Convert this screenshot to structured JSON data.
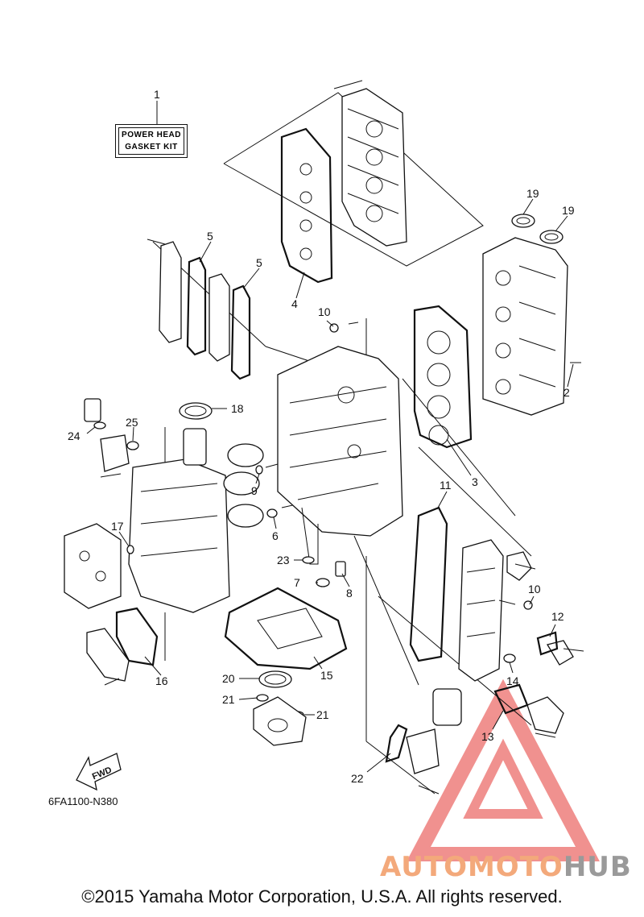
{
  "kit_label": {
    "line1": "POWER HEAD",
    "line2": "GASKET KIT"
  },
  "callouts": [
    {
      "id": "c1",
      "text": "1"
    },
    {
      "id": "c2",
      "text": "2"
    },
    {
      "id": "c3",
      "text": "3"
    },
    {
      "id": "c4",
      "text": "4"
    },
    {
      "id": "c5a",
      "text": "5"
    },
    {
      "id": "c5b",
      "text": "5"
    },
    {
      "id": "c6",
      "text": "6"
    },
    {
      "id": "c7",
      "text": "7"
    },
    {
      "id": "c8",
      "text": "8"
    },
    {
      "id": "c9",
      "text": "9"
    },
    {
      "id": "c10a",
      "text": "10"
    },
    {
      "id": "c10b",
      "text": "10"
    },
    {
      "id": "c11",
      "text": "11"
    },
    {
      "id": "c12",
      "text": "12"
    },
    {
      "id": "c13",
      "text": "13"
    },
    {
      "id": "c14",
      "text": "14"
    },
    {
      "id": "c15",
      "text": "15"
    },
    {
      "id": "c16",
      "text": "16"
    },
    {
      "id": "c17",
      "text": "17"
    },
    {
      "id": "c18",
      "text": "18"
    },
    {
      "id": "c19a",
      "text": "19"
    },
    {
      "id": "c19b",
      "text": "19"
    },
    {
      "id": "c20",
      "text": "20"
    },
    {
      "id": "c21a",
      "text": "21"
    },
    {
      "id": "c21b",
      "text": "21"
    },
    {
      "id": "c22",
      "text": "22"
    },
    {
      "id": "c23",
      "text": "23"
    },
    {
      "id": "c24",
      "text": "24"
    },
    {
      "id": "c25",
      "text": "25"
    }
  ],
  "fwd_label": "FWD",
  "diagram_code": "6FA1100-N380",
  "copyright": "©2015 Yamaha Motor Corporation, U.S.A. All rights reserved.",
  "watermark": {
    "part1": "AUTOMOTO",
    "part2": "HUB"
  },
  "colors": {
    "line": "#111111",
    "watermark_red": "#e53935",
    "watermark_orange": "#f3a97b",
    "watermark_gray": "#9a9a9a"
  }
}
